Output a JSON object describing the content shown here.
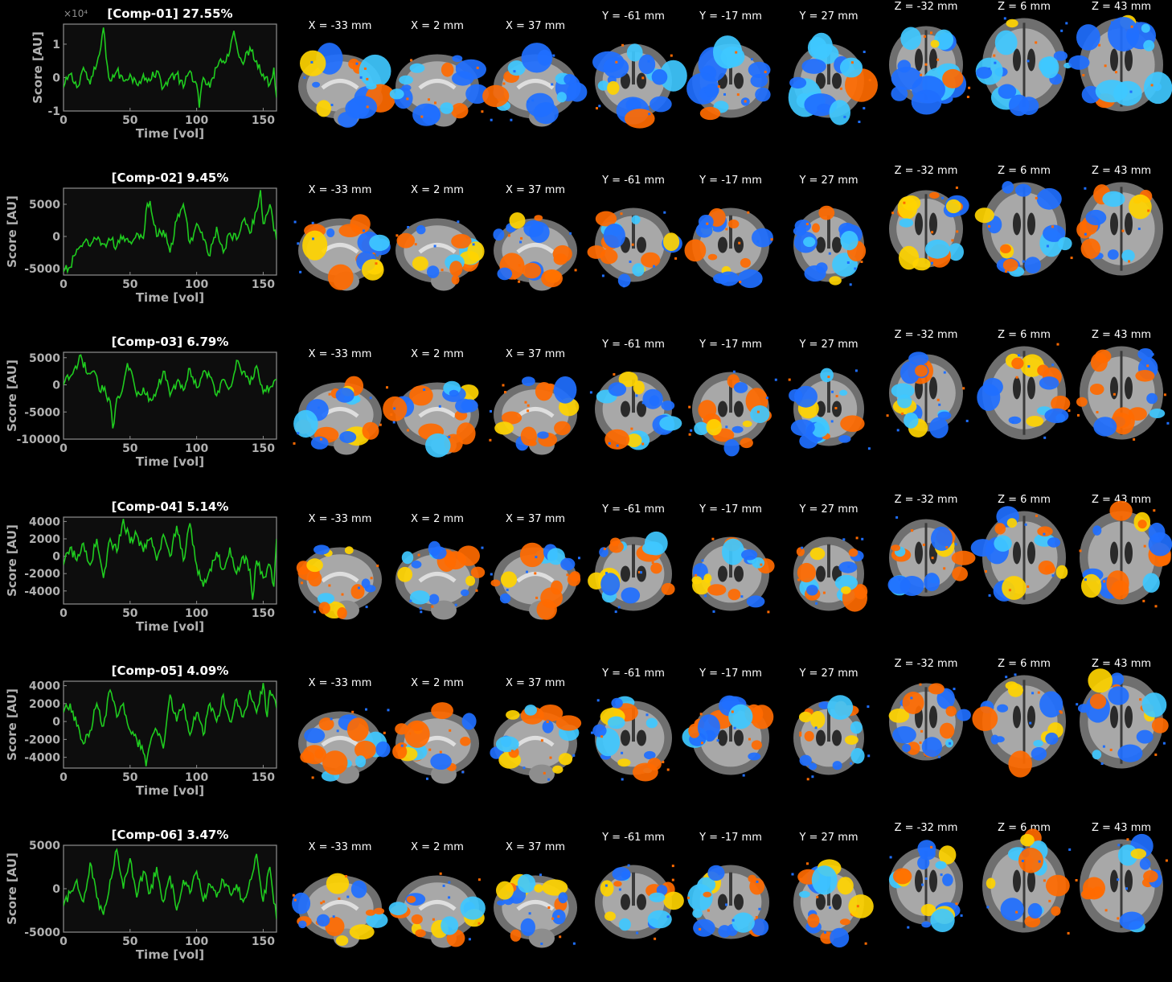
{
  "colors": {
    "background": "#000000",
    "plot_background": "#0d0d0d",
    "axis": "#8f8f8f",
    "axis_label": "#b0b0b0",
    "trace": "#1fcc1f",
    "title": "#ffffff",
    "positive": "#ff6a00",
    "positive_hot": "#ffd400",
    "negative": "#1f6fff",
    "negative_cold": "#3fc8ff",
    "brain_gray": "#8a8a8a"
  },
  "slice_labels": {
    "sagittal": [
      "X = -33 mm",
      "X = 2 mm",
      "X = 37 mm"
    ],
    "coronal": [
      "Y = -61 mm",
      "Y = -17 mm",
      "Y = 27 mm"
    ],
    "axial": [
      "Z = -32 mm",
      "Z = 6 mm",
      "Z = 43 mm"
    ]
  },
  "chart_data": [
    {
      "type": "line",
      "title": "[Comp-01] 27.55%",
      "xlabel": "Time [vol]",
      "ylabel": "Score [AU]",
      "exponent_label": "×10⁴",
      "xlim": [
        0,
        160
      ],
      "ylim": [
        -1,
        1.6
      ],
      "xticks": [
        0,
        50,
        100,
        150
      ],
      "yticks": [
        -1,
        0,
        1
      ],
      "x": [
        0,
        5,
        10,
        15,
        20,
        25,
        28,
        30,
        32,
        35,
        40,
        45,
        50,
        55,
        60,
        65,
        70,
        75,
        80,
        85,
        90,
        95,
        100,
        102,
        105,
        110,
        115,
        120,
        125,
        128,
        130,
        135,
        140,
        145,
        150,
        155,
        158,
        160
      ],
      "y": [
        -0.3,
        0.1,
        -0.3,
        0.3,
        -0.2,
        0.4,
        0.9,
        1.5,
        0.6,
        -0.1,
        0.2,
        -0.1,
        0.1,
        -0.2,
        0.1,
        -0.1,
        0.2,
        -0.3,
        0.0,
        0.1,
        -0.3,
        0.2,
        -0.2,
        -0.9,
        0.0,
        -0.3,
        0.3,
        0.5,
        0.8,
        1.4,
        1.0,
        0.4,
        0.9,
        0.5,
        0.1,
        -0.2,
        0.3,
        -0.6
      ],
      "positive": "#ff6a00",
      "negative": "#1f6fff"
    },
    {
      "type": "line",
      "title": "[Comp-02] 9.45%",
      "xlabel": "Time [vol]",
      "ylabel": "Score [AU]",
      "xlim": [
        0,
        160
      ],
      "ylim": [
        -6000,
        7500
      ],
      "xticks": [
        0,
        50,
        100,
        150
      ],
      "yticks": [
        -5000,
        0,
        5000
      ],
      "x": [
        0,
        5,
        10,
        15,
        20,
        25,
        30,
        35,
        40,
        45,
        50,
        55,
        60,
        62,
        65,
        70,
        75,
        80,
        85,
        90,
        95,
        100,
        105,
        110,
        115,
        120,
        125,
        130,
        135,
        140,
        145,
        148,
        150,
        155,
        160
      ],
      "y": [
        -5500,
        -4800,
        -2000,
        -1000,
        -1500,
        -500,
        -1200,
        -600,
        -1500,
        0,
        -800,
        500,
        -300,
        4000,
        5500,
        0,
        1000,
        -2500,
        2500,
        5000,
        -1000,
        2000,
        -500,
        -3000,
        1500,
        -2500,
        500,
        -500,
        2500,
        500,
        4000,
        7200,
        2000,
        5000,
        -500
      ],
      "positive": "#ff6a00",
      "negative": "#1f6fff"
    },
    {
      "type": "line",
      "title": "[Comp-03] 6.79%",
      "xlabel": "Time [vol]",
      "ylabel": "Score [AU]",
      "xlim": [
        0,
        160
      ],
      "ylim": [
        -10000,
        6000
      ],
      "xticks": [
        0,
        50,
        100,
        150
      ],
      "yticks": [
        -10000,
        -5000,
        0,
        5000
      ],
      "x": [
        0,
        5,
        10,
        13,
        18,
        22,
        26,
        30,
        35,
        37,
        40,
        45,
        48,
        50,
        55,
        60,
        65,
        70,
        75,
        80,
        85,
        90,
        95,
        100,
        105,
        110,
        115,
        120,
        125,
        130,
        135,
        140,
        145,
        150,
        155,
        160
      ],
      "y": [
        0,
        1500,
        3000,
        5500,
        2000,
        2500,
        0,
        -1000,
        -3000,
        -8000,
        -2500,
        0,
        4000,
        3000,
        -2000,
        -500,
        -2500,
        -1000,
        2500,
        -2000,
        500,
        -1000,
        3000,
        -500,
        2500,
        1500,
        -2000,
        1000,
        -500,
        4500,
        2500,
        0,
        3500,
        -1500,
        -500,
        1000
      ],
      "positive": "#ff6a00",
      "negative": "#1f6fff"
    },
    {
      "type": "line",
      "title": "[Comp-04] 5.14%",
      "xlabel": "Time [vol]",
      "ylabel": "Score [AU]",
      "xlim": [
        0,
        160
      ],
      "ylim": [
        -5500,
        4500
      ],
      "xticks": [
        0,
        50,
        100,
        150
      ],
      "yticks": [
        -4000,
        -2000,
        0,
        2000,
        4000
      ],
      "x": [
        0,
        5,
        10,
        15,
        20,
        25,
        30,
        35,
        40,
        45,
        50,
        55,
        60,
        65,
        70,
        75,
        80,
        85,
        90,
        95,
        100,
        105,
        110,
        115,
        120,
        125,
        130,
        135,
        140,
        142,
        145,
        150,
        155,
        158,
        160
      ],
      "y": [
        -1000,
        1000,
        -500,
        1500,
        -1000,
        2000,
        -2500,
        2000,
        500,
        4300,
        1500,
        2500,
        500,
        2000,
        -500,
        2500,
        0,
        3500,
        -500,
        3800,
        -1000,
        -3500,
        -1500,
        500,
        -1500,
        1000,
        -2000,
        0,
        -1500,
        -5000,
        -500,
        -2500,
        -1000,
        -3500,
        2000
      ],
      "positive": "#ff6a00",
      "negative": "#1f6fff"
    },
    {
      "type": "line",
      "title": "[Comp-05] 4.09%",
      "xlabel": "Time [vol]",
      "ylabel": "Score [AU]",
      "xlim": [
        0,
        160
      ],
      "ylim": [
        -5200,
        4500
      ],
      "xticks": [
        0,
        50,
        100,
        150
      ],
      "yticks": [
        -4000,
        -2000,
        0,
        2000,
        4000
      ],
      "x": [
        0,
        5,
        10,
        15,
        20,
        25,
        30,
        35,
        40,
        45,
        50,
        55,
        60,
        62,
        65,
        70,
        75,
        80,
        85,
        90,
        95,
        100,
        105,
        110,
        115,
        120,
        125,
        130,
        135,
        140,
        145,
        150,
        153,
        155,
        160
      ],
      "y": [
        1000,
        2000,
        -500,
        -2500,
        -1000,
        2000,
        -500,
        3500,
        500,
        2000,
        -1000,
        -2000,
        -3500,
        -5000,
        -2500,
        -1000,
        -3000,
        3000,
        0,
        2000,
        -1500,
        1000,
        -1500,
        2000,
        0,
        3000,
        0,
        2500,
        500,
        3500,
        1000,
        4300,
        500,
        3500,
        1500
      ],
      "positive": "#ff6a00",
      "negative": "#1f6fff"
    },
    {
      "type": "line",
      "title": "[Comp-06] 3.47%",
      "xlabel": "Time [vol]",
      "ylabel": "Score [AU]",
      "xlim": [
        0,
        160
      ],
      "ylim": [
        -5000,
        5000
      ],
      "xticks": [
        0,
        50,
        100,
        150
      ],
      "yticks": [
        -5000,
        0,
        5000
      ],
      "x": [
        0,
        5,
        10,
        15,
        20,
        25,
        30,
        35,
        40,
        45,
        50,
        55,
        60,
        65,
        70,
        75,
        80,
        85,
        90,
        95,
        100,
        105,
        110,
        115,
        120,
        125,
        130,
        135,
        140,
        145,
        150,
        155,
        160
      ],
      "y": [
        -2000,
        -500,
        1000,
        -1500,
        3000,
        -1000,
        -3000,
        1000,
        4500,
        0,
        3500,
        -1000,
        2000,
        -500,
        2500,
        -1500,
        1500,
        -2500,
        1000,
        -500,
        2000,
        -1500,
        500,
        -1000,
        1000,
        -500,
        500,
        -1500,
        1000,
        4000,
        -1500,
        2500,
        -3500
      ],
      "positive": "#ff6a00",
      "negative": "#1f6fff"
    }
  ]
}
